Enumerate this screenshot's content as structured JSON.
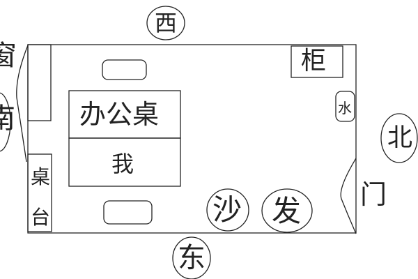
{
  "labels": {
    "west": "西",
    "cabinet": "柜",
    "office_desk": "办公桌",
    "me": "我",
    "water": "水",
    "north": "北",
    "door": "门",
    "sofa_1": "沙",
    "sofa_2": "发",
    "east": "东",
    "counter_1": "桌",
    "counter_2": "台",
    "window": "窗",
    "south": "南"
  },
  "colors": {
    "line": "#222222",
    "background": "#ffffff"
  }
}
